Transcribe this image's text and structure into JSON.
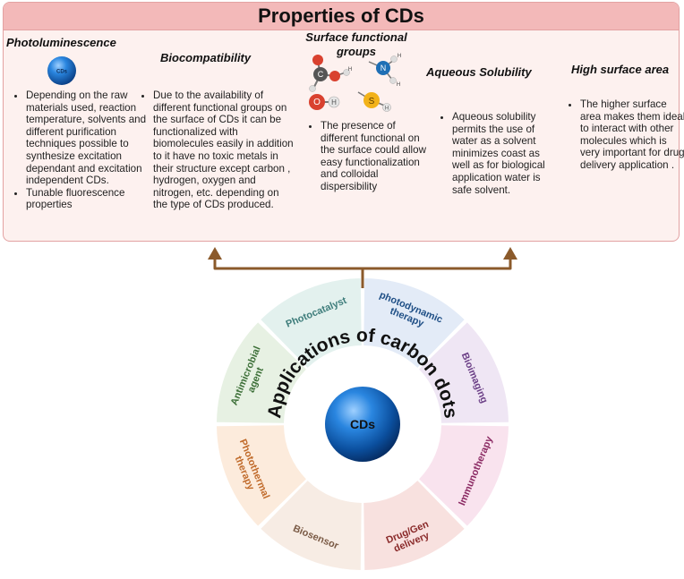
{
  "title": "Properties of CDs",
  "properties": [
    {
      "id": "photoluminescence",
      "title": "Photoluminescence",
      "sphere_label": "CDs",
      "bullets": [
        "Depending on the raw materials used, reaction temperature, solvents and different purification techniques possible to synthesize excitation dependant and excitation independent CDs.",
        "Tunable fluorescence properties"
      ]
    },
    {
      "id": "biocompatibility",
      "title": "Biocompatibility",
      "bullets": [
        "Due to the availability of different functional groups on the surface of CDs it can be functionalized with biomolecules easily in addition to it have no toxic metals in their structure except carbon , hydrogen, oxygen and nitrogen, etc. depending on the type of CDs produced."
      ]
    },
    {
      "id": "surface-groups",
      "title_line1": "Surface functional",
      "title_line2": "groups",
      "bullets": [
        "The presence of different functional on the surface could allow easy functionalization and colloidal dispersibility"
      ],
      "atoms": {
        "c": "C",
        "o": "O",
        "h": "H",
        "n": "N",
        "s": "S"
      }
    },
    {
      "id": "aqueous-solubility",
      "title": "Aqueous Solubility",
      "bullets": [
        "Aqueous solubility permits the use of water as a solvent minimizes coast as well as for biological application water is safe solvent."
      ]
    },
    {
      "id": "surface-area",
      "title": "High surface area",
      "bullets": [
        "The higher surface area makes them ideal to interact with other molecules which is very important for drug delivery application ."
      ]
    }
  ],
  "wheel": {
    "center_label": "CDs",
    "ring_text": "Applications of carbon dots",
    "segments": [
      {
        "lines": [
          "Photocatalyst"
        ],
        "color": "#3e7d7b",
        "fill": "#e3f1ee"
      },
      {
        "lines": [
          "photodynamic",
          "therapy"
        ],
        "color": "#1f4f86",
        "fill": "#e3ebf7"
      },
      {
        "lines": [
          "Bioimaging"
        ],
        "color": "#6b3f86",
        "fill": "#efe6f4"
      },
      {
        "lines": [
          "Immunotherapy"
        ],
        "color": "#8b2a63",
        "fill": "#f9e3ee"
      },
      {
        "lines": [
          "Drug/Gen",
          "delivery"
        ],
        "color": "#8a2a2a",
        "fill": "#f8e1df"
      },
      {
        "lines": [
          "Biosensor"
        ],
        "color": "#7a5a45",
        "fill": "#f7ece4"
      },
      {
        "lines": [
          "Photothermal",
          "therapy"
        ],
        "color": "#c06a2a",
        "fill": "#fcebdc"
      },
      {
        "lines": [
          "Antimicrobial",
          "agent"
        ],
        "color": "#3c6f37",
        "fill": "#e7f1e3"
      }
    ]
  },
  "colors": {
    "arrow": "#8b5a2b",
    "panel_border": "#e3a2a2",
    "header": "#f3b9b9",
    "sphere": "#1565c0"
  }
}
